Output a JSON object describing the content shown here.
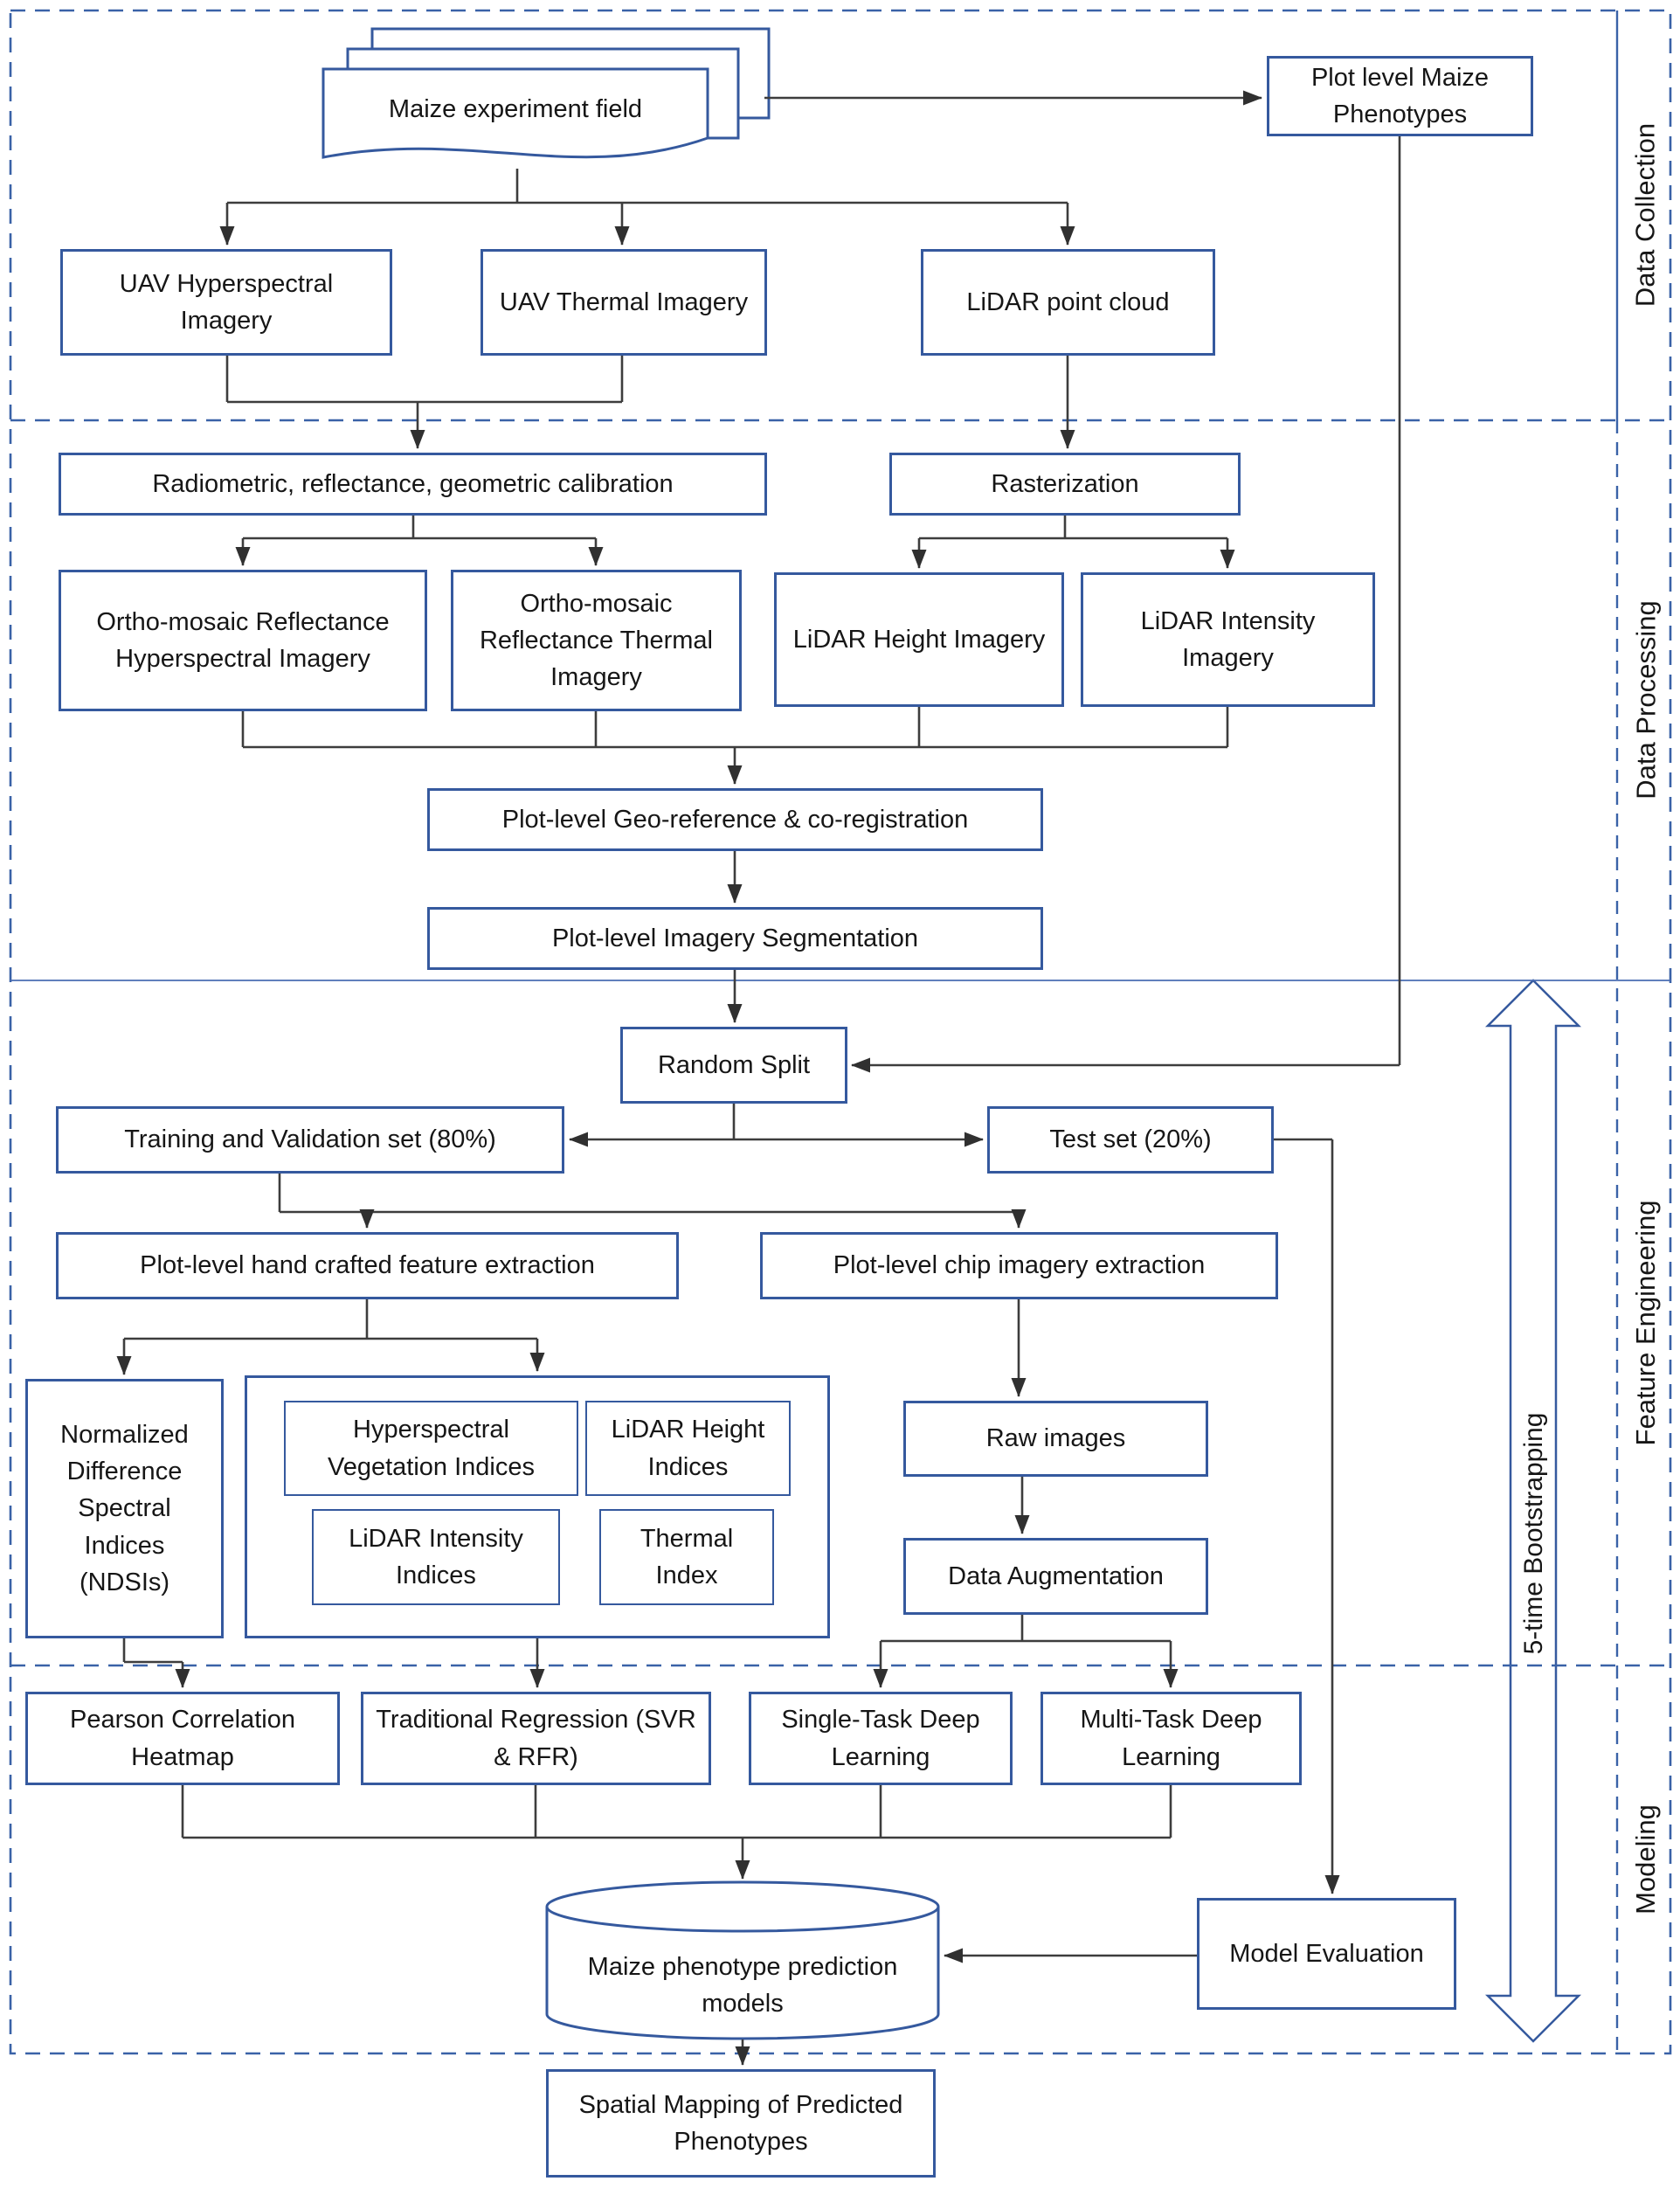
{
  "sections": {
    "collection": "Data Collection",
    "processing": "Data Processing",
    "feature": "Feature Engineering",
    "modeling": "Modeling"
  },
  "bootstrap_label": "5-time Bootstrapping",
  "nodes": {
    "maize_field": "Maize experiment field",
    "plot_phenotypes": "Plot level Maize Phenotypes",
    "uav_hyperspectral": "UAV Hyperspectral Imagery",
    "uav_thermal": "UAV Thermal Imagery",
    "lidar_point_cloud": "LiDAR point cloud",
    "calibration": "Radiometric, reflectance, geometric calibration",
    "rasterization": "Rasterization",
    "ortho_hyperspectral": "Ortho-mosaic Reflectance Hyperspectral Imagery",
    "ortho_thermal": "Ortho-mosaic Reflectance Thermal Imagery",
    "lidar_height_imagery": "LiDAR Height Imagery",
    "lidar_intensity_imagery": "LiDAR Intensity Imagery",
    "georeference": "Plot-level Geo-reference & co-registration",
    "segmentation": "Plot-level Imagery Segmentation",
    "random_split": "Random Split",
    "training_set": "Training and Validation set (80%)",
    "test_set": "Test set (20%)",
    "handcrafted_extraction": "Plot-level hand crafted feature extraction",
    "chip_extraction": "Plot-level chip imagery extraction",
    "ndsi": "Normalized Difference Spectral Indices (NDSIs)",
    "hyperspectral_vi": "Hyperspectral Vegetation Indices",
    "lidar_height_idx": "LiDAR Height Indices",
    "lidar_intensity_idx": "LiDAR Intensity Indices",
    "thermal_idx": "Thermal Index",
    "raw_images": "Raw images",
    "data_augmentation": "Data Augmentation",
    "pearson": "Pearson Correlation Heatmap",
    "traditional_regression": "Traditional Regression (SVR & RFR)",
    "single_task": "Single-Task Deep Learning",
    "multi_task": "Multi-Task Deep Learning",
    "prediction_models": "Maize phenotype prediction models",
    "model_evaluation": "Model Evaluation",
    "spatial_mapping": "Spatial Mapping of Predicted Phenotypes"
  },
  "colors": {
    "box_border": "#35599e",
    "dashed_border": "#3a62a7",
    "connector": "#3d3d3d",
    "text": "#161616",
    "background": "#ffffff"
  }
}
